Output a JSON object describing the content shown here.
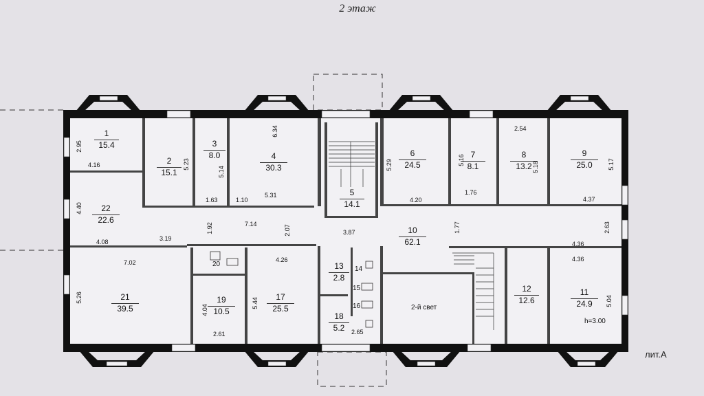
{
  "title": "2 этаж",
  "building_label": "лит.А",
  "special_label": "2-й свет",
  "height_label": "h=3.00",
  "rooms": [
    {
      "num": "1",
      "area": "15.4"
    },
    {
      "num": "2",
      "area": "15.1"
    },
    {
      "num": "3",
      "area": "8.0"
    },
    {
      "num": "4",
      "area": "30.3"
    },
    {
      "num": "5",
      "area": "14.1"
    },
    {
      "num": "6",
      "area": "24.5"
    },
    {
      "num": "7",
      "area": "8.1"
    },
    {
      "num": "8",
      "area": "13.2"
    },
    {
      "num": "9",
      "area": "25.0"
    },
    {
      "num": "10",
      "area": "62.1"
    },
    {
      "num": "11",
      "area": "24.9"
    },
    {
      "num": "12",
      "area": "12.6"
    },
    {
      "num": "13",
      "area": "2.8"
    },
    {
      "num": "14",
      "area": ""
    },
    {
      "num": "15",
      "area": ""
    },
    {
      "num": "16",
      "area": ""
    },
    {
      "num": "17",
      "area": "25.5"
    },
    {
      "num": "18",
      "area": "5.2"
    },
    {
      "num": "19",
      "area": "10.5"
    },
    {
      "num": "20",
      "area": ""
    },
    {
      "num": "21",
      "area": "39.5"
    },
    {
      "num": "22",
      "area": "22.6"
    }
  ],
  "dimensions": [
    "2.95",
    "4.16",
    "5.23",
    "5.14",
    "6.34",
    "5.29",
    "5.16",
    "2.54",
    "5.18",
    "5.17",
    "1.63",
    "1.10",
    "5.31",
    "1.76",
    "4.20",
    "4.37",
    "4.40",
    "1.92",
    "7.14",
    "2.07",
    "3.87",
    "1.77",
    "2.63",
    "4.08",
    "3.19",
    "4.36",
    "4.36",
    "7.02",
    "4.26",
    "5.26",
    "4.04",
    "5.44",
    "5.04",
    "2.61",
    "2.65"
  ]
}
